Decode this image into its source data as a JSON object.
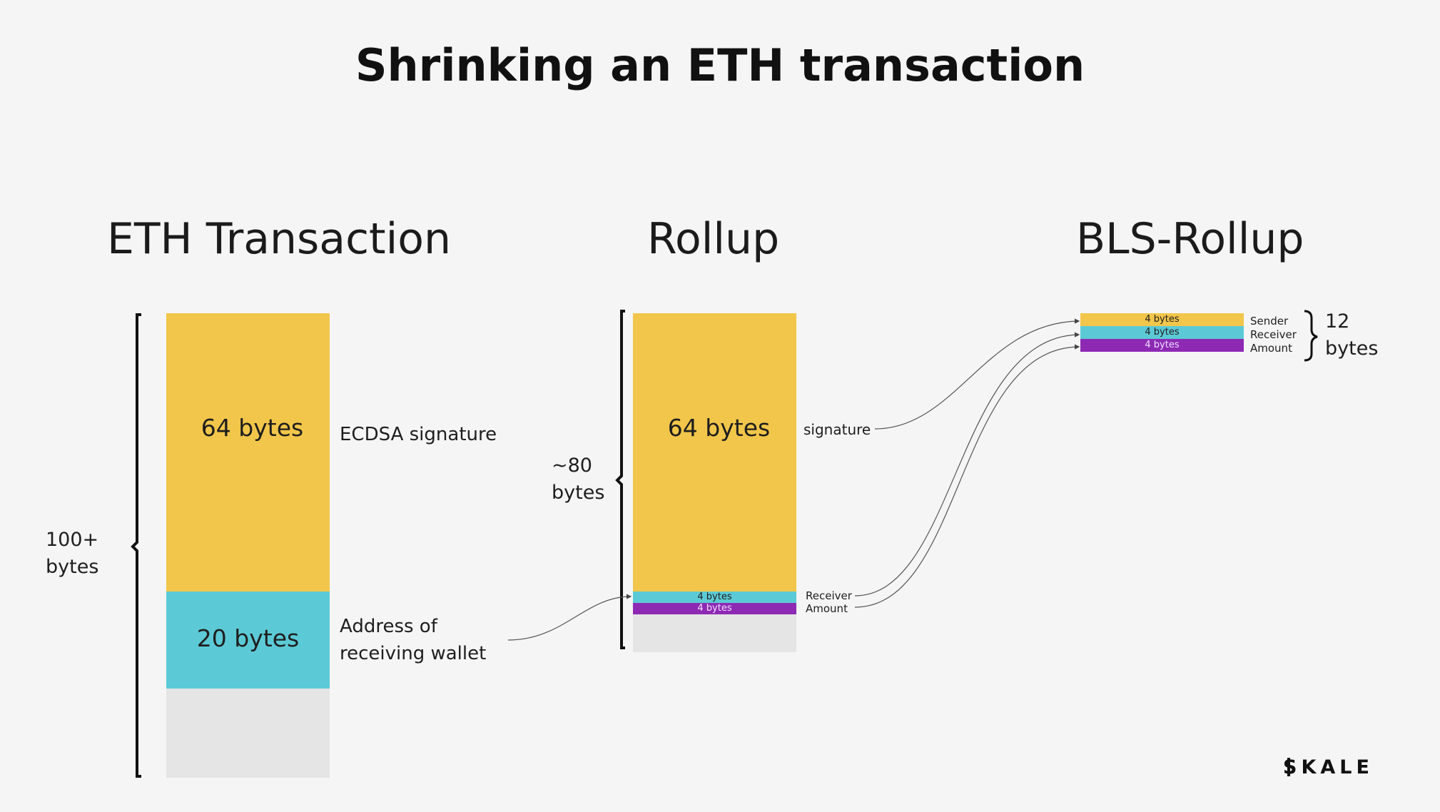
{
  "title": "Shrinking an ETH transaction",
  "columns": {
    "eth": {
      "heading": "ETH Transaction",
      "total": "100+\nbytes",
      "segments": [
        {
          "bytes": "64 bytes",
          "label": "ECDSA signature",
          "color": "#f2c64a"
        },
        {
          "bytes": "20 bytes",
          "label": "Address of\nreceiving wallet",
          "color": "#5ccad6"
        }
      ]
    },
    "rollup": {
      "heading": "Rollup",
      "total": "~80\nbytes",
      "segments": [
        {
          "bytes": "64 bytes",
          "label": "signature",
          "color": "#f2c64a"
        },
        {
          "bytes": "4 bytes",
          "label": "Receiver",
          "color": "#5ccad6"
        },
        {
          "bytes": "4 bytes",
          "label": "Amount",
          "color": "#8e29b4"
        }
      ]
    },
    "bls": {
      "heading": "BLS-Rollup",
      "total": "12\nbytes",
      "segments": [
        {
          "bytes": "4 bytes",
          "label": "Sender",
          "color": "#f2c64a"
        },
        {
          "bytes": "4 bytes",
          "label": "Receiver",
          "color": "#5ccad6"
        },
        {
          "bytes": "4 bytes",
          "label": "Amount",
          "color": "#8e29b4"
        }
      ]
    }
  },
  "logo": "SKALE"
}
